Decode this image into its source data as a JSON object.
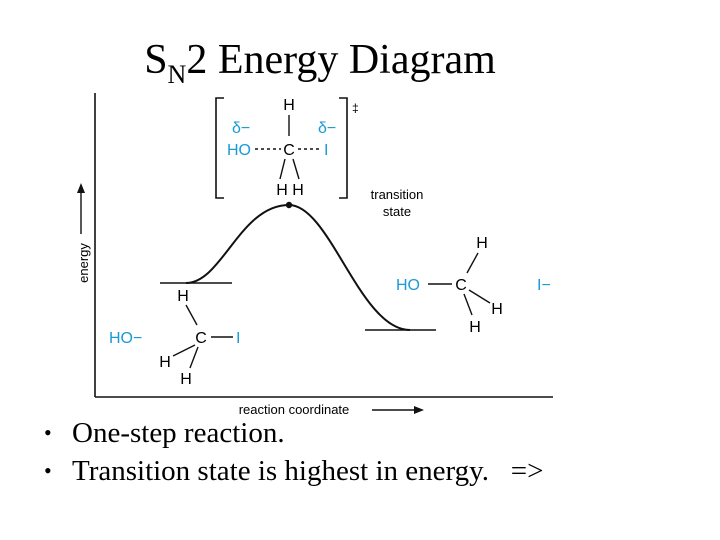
{
  "title": {
    "prefix": "S",
    "subscript": "N",
    "suffix": "2 Energy Diagram"
  },
  "colors": {
    "accent": "#1a9ad6",
    "ink": "#111111"
  },
  "axes": {
    "x_label": "reaction coordinate",
    "y_label": "energy"
  },
  "transition_state": {
    "label_line1": "transition",
    "label_line2": "state",
    "dagger": "‡",
    "top_h": "H",
    "delta_left": "δ−",
    "delta_right": "δ−",
    "nucleophile": "HO",
    "carbon": "C",
    "leaving_group": "I",
    "bottom_h": "H H"
  },
  "reactants": {
    "nucleophile": "HO−",
    "carbon": "C",
    "leaving_group": "I",
    "h_top": "H",
    "h_left": "H",
    "h_bottom": "H"
  },
  "products": {
    "nucleophile": "HO",
    "carbon": "C",
    "leaving_group": "I−",
    "h_top": "H",
    "h_right": "H",
    "h_bottom": "H"
  },
  "bullets": [
    "One-step reaction.",
    "Transition state is highest in energy.   =>"
  ],
  "bullet_symbol": "•"
}
